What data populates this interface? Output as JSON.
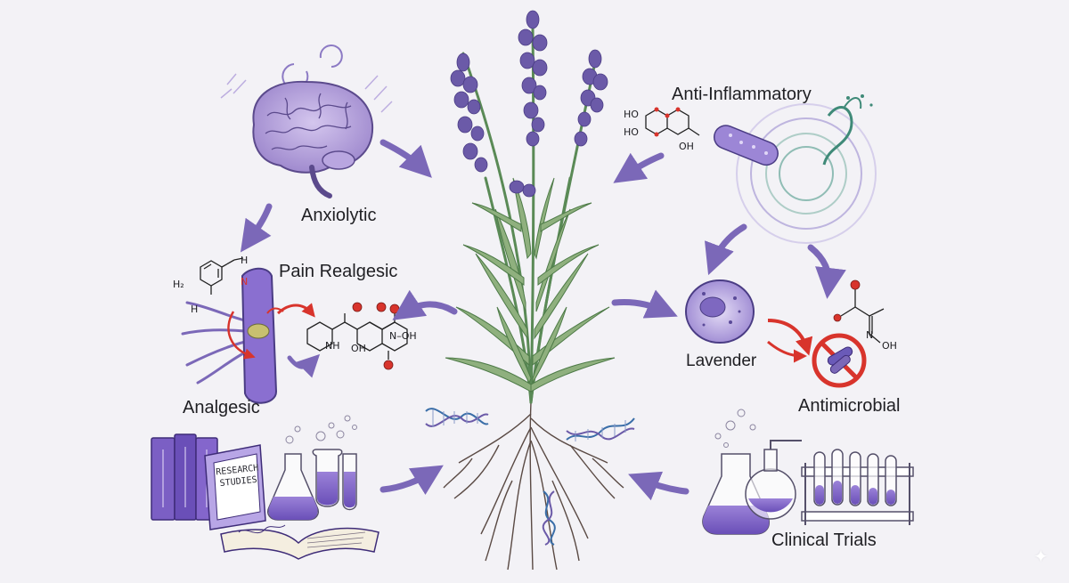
{
  "labels": {
    "anxiolytic": "Anxiolytic",
    "pain_realgesic": "Pain Realgesic",
    "analgesic": "Analgesic",
    "anti_inflammatory": "Anti-Inflammatory",
    "lavender": "Lavender",
    "antimicrobial": "Antimicrobial",
    "clinical_trials": "Clinical Trials"
  },
  "book_label": {
    "line1": "RESEARCH",
    "line2": "STUDIES"
  },
  "chem": {
    "ho1": "HO",
    "ho2": "HO",
    "oh1": "OH",
    "oh_bottom": "OH",
    "nh": "NH",
    "n_oh": "N–OH",
    "h2": "H₂",
    "h": "H",
    "n_red": "N",
    "h_small": "H",
    "oh_right": "OH",
    "n_right": "N"
  },
  "colors": {
    "background": "#f3f2f6",
    "lavender_purple": "#6b5aa8",
    "arrow_purple": "#7b68b8",
    "stem_green": "#5a8a56",
    "red_accent": "#d8342c",
    "teal": "#4f9a8a"
  },
  "icons": {
    "brain": "brain-icon",
    "nerve": "nerve-icon",
    "books": "books-icon",
    "flasks": "flask-icon",
    "cell": "cell-icon",
    "bacteria": "bacteria-icon",
    "prohibition": "prohibited-icon",
    "dna": "dna-icon",
    "plant": "lavender-plant-icon",
    "test_tubes": "test-tube-rack-icon"
  }
}
